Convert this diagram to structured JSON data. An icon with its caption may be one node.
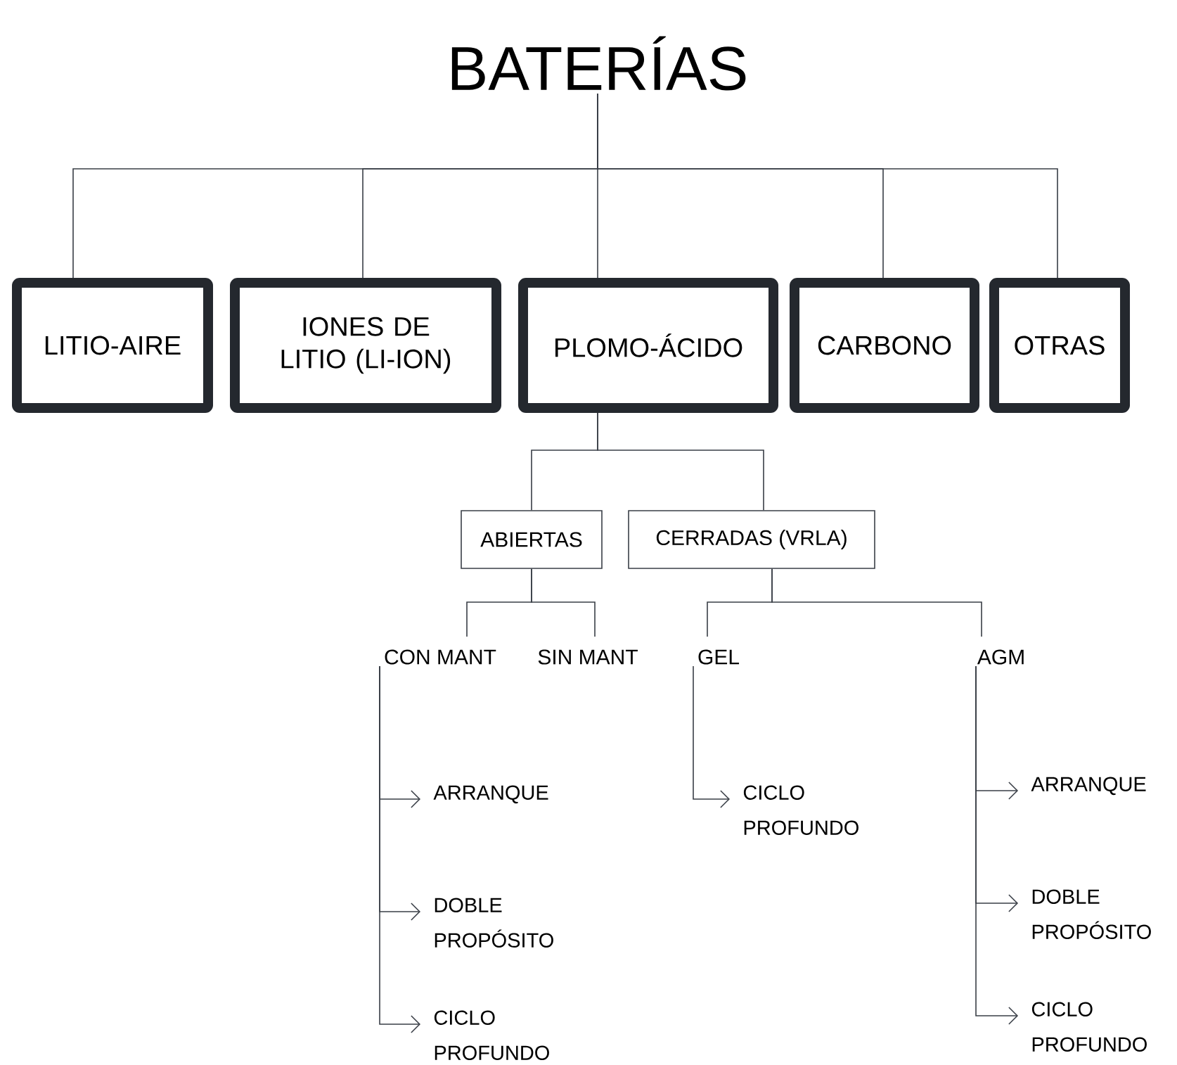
{
  "diagram": {
    "nodes": [
      {
        "text": [
          "BATERÍAS"
        ]
      },
      {
        "text": [
          "LITIO-AIRE"
        ]
      },
      {
        "text": [
          "IONES DE LITIO (LI-ION)"
        ]
      },
      {
        "text": [
          "PLOMO-ÁCIDO"
        ]
      },
      {
        "text": [
          "CARBONO"
        ]
      },
      {
        "text": [
          "OTRAS"
        ]
      },
      {
        "text": [
          "ABIERTAS"
        ]
      },
      {
        "text": [
          "CERRADAS (VRLA)"
        ]
      },
      {
        "text": [
          "CON MANT"
        ]
      },
      {
        "text": [
          "SIN MANT"
        ]
      },
      {
        "text": [
          "GEL"
        ]
      },
      {
        "text": [
          "AGM"
        ]
      },
      {
        "text": [
          "ARRANQUE"
        ]
      },
      {
        "text": [
          "DOBLE PROPÓSITO"
        ]
      },
      {
        "text": [
          "CICLO PROFUNDO"
        ]
      },
      {
        "text": [
          "CICLO PROFUNDO"
        ]
      },
      {
        "text": [
          "ARRANQUE"
        ]
      },
      {
        "text": [
          "DOBLE PROPÓSITO"
        ]
      },
      {
        "text": [
          "CICLO PROFUNDO"
        ]
      }
    ],
    "edges": [
      {
        "from": 0,
        "to": 1,
        "arrow": "none"
      },
      {
        "from": 0,
        "to": 2,
        "arrow": "none"
      },
      {
        "from": 0,
        "to": 3,
        "arrow": "none"
      },
      {
        "from": 0,
        "to": 4,
        "arrow": "none"
      },
      {
        "from": 0,
        "to": 5,
        "arrow": "none"
      },
      {
        "from": 3,
        "to": 6,
        "arrow": "none"
      },
      {
        "from": 3,
        "to": 7,
        "arrow": "none"
      },
      {
        "from": 6,
        "to": 8,
        "arrow": "none"
      },
      {
        "from": 6,
        "to": 9,
        "arrow": "none"
      },
      {
        "from": 7,
        "to": 10,
        "arrow": "none"
      },
      {
        "from": 7,
        "to": 11,
        "arrow": "none"
      },
      {
        "from": 8,
        "to": 12,
        "arrow": "to"
      },
      {
        "from": 8,
        "to": 13,
        "arrow": "to"
      },
      {
        "from": 8,
        "to": 14,
        "arrow": "to"
      },
      {
        "from": 10,
        "to": 15,
        "arrow": "to"
      },
      {
        "from": 11,
        "to": 16,
        "arrow": "to"
      },
      {
        "from": 11,
        "to": 17,
        "arrow": "to"
      },
      {
        "from": 11,
        "to": 18,
        "arrow": "to"
      }
    ]
  }
}
